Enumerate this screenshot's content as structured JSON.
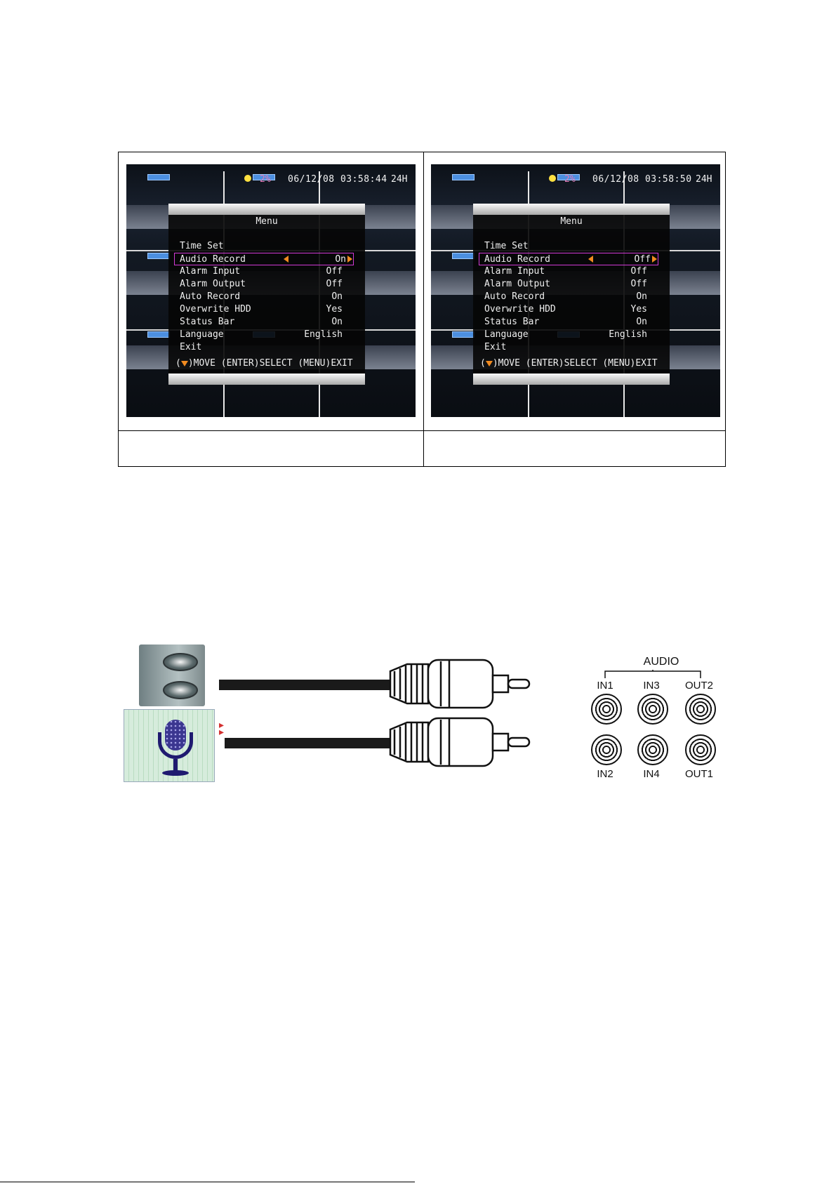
{
  "screens": [
    {
      "id": "left",
      "osd": {
        "count": "2%",
        "datetime": "06/12/08 03:58:44",
        "mode": "24H"
      },
      "menu": {
        "title": "Menu",
        "items": [
          {
            "label": "Time Set",
            "value": ""
          },
          {
            "label": "Audio Record",
            "value": "On",
            "selected": true
          },
          {
            "label": "Alarm Input",
            "value": "Off"
          },
          {
            "label": "Alarm Output",
            "value": "Off"
          },
          {
            "label": "Auto Record",
            "value": "On"
          },
          {
            "label": "Overwrite HDD",
            "value": "Yes"
          },
          {
            "label": "Status Bar",
            "value": "On"
          },
          {
            "label": "Language",
            "value": "English"
          },
          {
            "label": "Exit",
            "value": ""
          }
        ],
        "footer": ")MOVE (ENTER)SELECT (MENU)EXIT",
        "footer_prefix": "("
      }
    },
    {
      "id": "right",
      "osd": {
        "count": "2%",
        "datetime": "06/12/08 03:58:50",
        "mode": "24H"
      },
      "menu": {
        "title": "Menu",
        "items": [
          {
            "label": "Time Set",
            "value": ""
          },
          {
            "label": "Audio Record",
            "value": "Off",
            "selected": true
          },
          {
            "label": "Alarm Input",
            "value": "Off"
          },
          {
            "label": "Alarm Output",
            "value": "Off"
          },
          {
            "label": "Auto Record",
            "value": "On"
          },
          {
            "label": "Overwrite HDD",
            "value": "Yes"
          },
          {
            "label": "Status Bar",
            "value": "On"
          },
          {
            "label": "Language",
            "value": "English"
          },
          {
            "label": "Exit",
            "value": ""
          }
        ],
        "footer": ")MOVE (ENTER)SELECT (MENU)EXIT",
        "footer_prefix": "("
      }
    }
  ],
  "audio_panel": {
    "title": "AUDIO",
    "top_labels": [
      "IN1",
      "IN3",
      "OUT2"
    ],
    "bottom_labels": [
      "IN2",
      "IN4",
      "OUT1"
    ]
  },
  "colors": {
    "osd_accent": "#f08a20",
    "selection": "#d23ad6",
    "mic": "#3b3690"
  },
  "icons": [
    "speaker-icon",
    "microphone-icon",
    "rca-plug-icon",
    "audio-jack-icon"
  ]
}
